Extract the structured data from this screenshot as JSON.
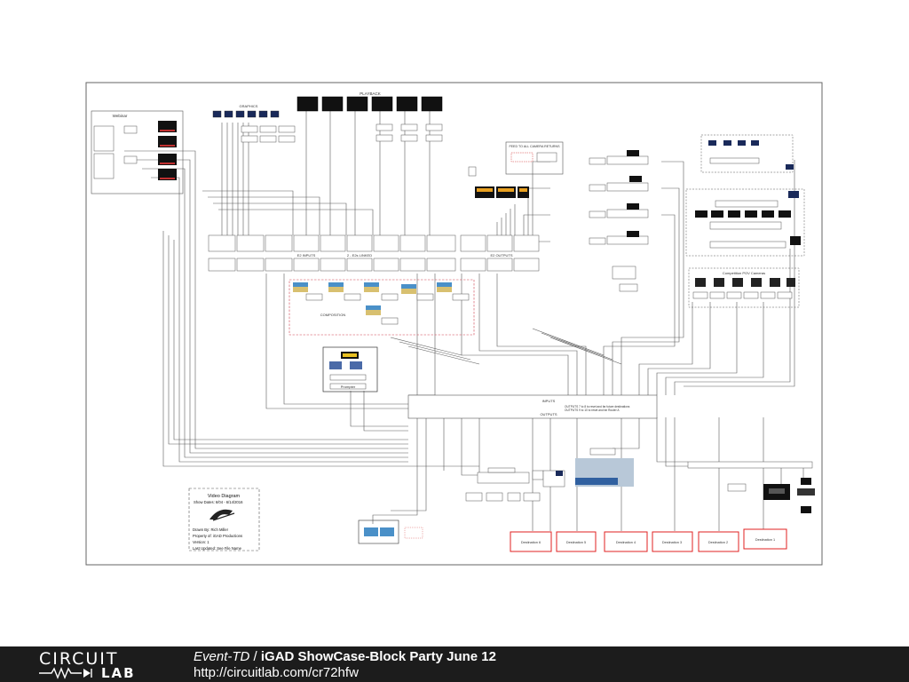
{
  "diagram": {
    "sections": {
      "playback": "PLAYBACK",
      "graphics": "GRAPHICS",
      "webinar": "Webinar",
      "feed_returns": "FEED TO ALL CAMERA RETURNS",
      "composition": "COMPOSITION",
      "prompter": "Prompter",
      "competition_pov": "Competition POV Cameras",
      "e2_inputs": "E2 INPUTS",
      "e2_outputs": "E2 OUTPUTS",
      "e2_linked": "2 - E2s LINKED",
      "router_inputs": "INPUTS",
      "router_outputs": "OUTPUTS",
      "router_note_1": "OUTPUTS 7 to 8 to reset and far future destinations",
      "router_note_2": "OUTPUTS 9 to 10 to reset and far Router A"
    },
    "destinations": [
      "Destination 6",
      "Destination 5",
      "Destination 4",
      "Destination 3",
      "Destination 2",
      "Destination 1"
    ],
    "info_box": {
      "title": "Video Diagram",
      "show_dates": "Show Dates: 6/04 - 6/14/2016",
      "drawn_by": "Drawn By: Rich Miller",
      "property": "Property of: iGAD Productions",
      "version": "Version: 1",
      "last_updated": "Last Updated:  See File Name"
    },
    "colors": {
      "line": "#4a4a4a",
      "destination": "#e02020",
      "screen": "#111111",
      "highlight": "#e8c020",
      "composition": "#d04050"
    }
  },
  "footer": {
    "logo_top": "CIRCUIT",
    "logo_bottom": "LAB",
    "owner": "Event-TD",
    "separator": " / ",
    "circuit_name": "iGAD ShowCase-Block Party June 12",
    "url": "http://circuitlab.com/cr72hfw"
  }
}
